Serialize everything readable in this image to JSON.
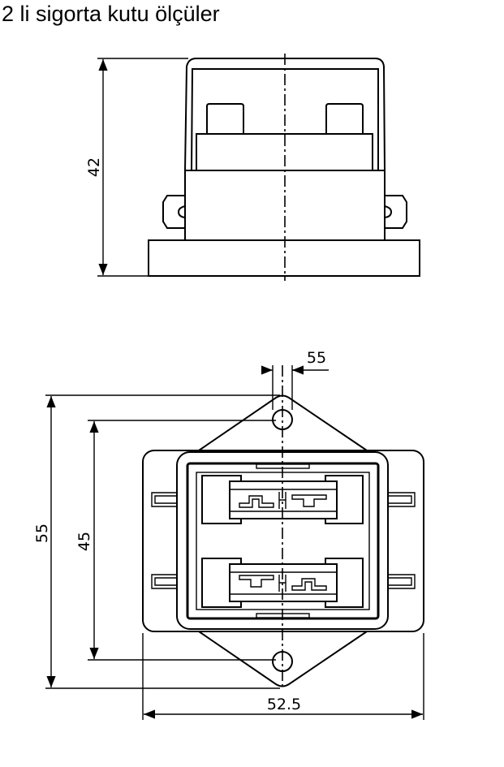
{
  "title": "2 li sigorta kutu ölçüler",
  "side_view": {
    "height_label": "42"
  },
  "top_view": {
    "hole_diameter_label": "55",
    "total_height_label": "55",
    "hole_spacing_label": "45",
    "width_label": "52.5"
  }
}
